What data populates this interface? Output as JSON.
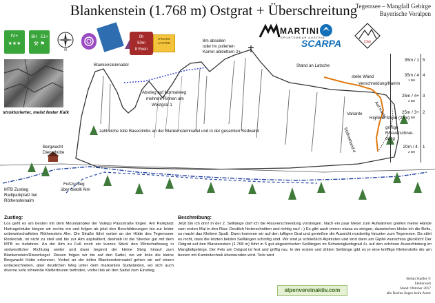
{
  "header": {
    "title": "Blankenstein (1.768 m) Ostgrat + Überschreitung",
    "region_line1": "Tegernsee – Mangfall Gebirge",
    "region_line2": "Bayerische Voralpen"
  },
  "badges": {
    "iv_plus": "IV+",
    "bh": "BH",
    "e1_plus": "E1+",
    "compass": "N",
    "info_line1": "0h",
    "info_line2": "50m",
    "info_line3": "8 Exen",
    "jahreszeit": "JFMAMJ JASOND"
  },
  "logos": {
    "martini": "MARTINI",
    "martini_sub": "SPORTSWEAR AUSTRIA",
    "scarpa": "SCARPA",
    "club": "Club"
  },
  "topo": {
    "labels": {
      "blankensteinnadel": "Blankensteinnadel",
      "abstieg1": "Abstieg auf Normalweg",
      "abstieg2": "mehrere Rinnen am",
      "abstieg3": "Westgrat 1",
      "abseilen1": "8m abseilen",
      "abseilen2": "oder im polierten",
      "abseilen3": "Kamin abklettern 2+",
      "stand_latsche": "Stand an Latsche",
      "steile_wand": "steile Wand",
      "verschneidung": "Verschneidung/Kamin",
      "variante": "Variante",
      "highline": "Highline Stand (25m)",
      "griffige1": "griffige",
      "griffige2": "Rissverschnei-",
      "griffige3": "dung",
      "suedverband": "Südverband 4",
      "auf_kante": "Auf Kante",
      "baseclimbs": "zahlreiche tolle Baseclimbs an der Blankensteinnadel und in der gesamten Südwand",
      "bergwacht1": "Bergwacht",
      "bergwacht2": "Diensthütte",
      "fusszustieg1": "Fußzustieg",
      "fusszustieg2": "über Sieblli Alm",
      "mtb1": "MTB Zustieg",
      "mtb2": "Radlparkplatz bei",
      "mtb3": "Röthensteinalm",
      "photo_caption": "strukturierter, meist fester Kalk"
    },
    "pitches": [
      {
        "length": "35m / 1",
        "grade": "",
        "num": "5"
      },
      {
        "length": "35m / 4",
        "grade": "1 BH",
        "num": "4"
      },
      {
        "length": "25m / 4+",
        "grade": "2 BH",
        "num": "3"
      },
      {
        "length": "25m / 3+",
        "grade": "1 BH",
        "num": "2"
      },
      {
        "length": "20m / 4-",
        "grade": "2 BH",
        "num": "1"
      }
    ],
    "colors": {
      "route": "#e07a10",
      "mtb": "#1f3fa0",
      "foot": "#1f3fa0",
      "descent": "#2a3fcf"
    }
  },
  "text": {
    "zustieg_head": "Zustieg:",
    "zustieg_body": "Los geht es am besten mit dem Mountainbike der Valepp Passstraße folgen. Am Parkplatz Hufnagelstube biegen wir rechts ein und folgen ab jetzt den Beschilderungen bis zur leider unbewirtschafteten Röthenstein Alm. Die Straße führt vorbei an der Hütte des Tegernseer Rodelclub, ist nicht zu steil und bis zur Alm asphaltiert, deshalb ist die Strecke gut mit dem MTB zu befahren. An der Alm zu Fuß noch ein kurzes Stück den Wirtschaftsweg in südwestlicher Richtung weiter und dann beginnt der kleine Steig hinauf zum Blankenstein/Risserkogel. Diesen folgen wir bis auf den Sattel, wo wir links die kleine Bergwacht Hütte erkennen. Vorbei an der tollen Blankensteinnadel gehen wir auf einem unbezeichneten, aber deutlichen Weg unter dem markanten Südwänden, wo sich auch diverse sehr lohnende Klettertouren befinden, vorbei bis an den Sattel zum Einstieg.",
    "beschreibung_head": "Beschreibung:",
    "beschreibung_body": "Jetzt bin ich drin! In der 2. Seillänge darf ich die Rissverschneidung vorsteigen. Nach ein paar Meter zum Aufwärmen greifen meine Hände zum ersten Mal in den Riss: Deutlich hinterschnitten und richtig rau! :-) Es gibt auch immer etwas zu steigen, dazwischen klicke ich die Bolts, so macht das Klettern Spaß. Dann kommen wir auf den luftigen Grat und genießen die Aussicht nordseitig hinunter zum Tegernsee. Da stört es nicht, dass die letzten beiden Seillängen schrofig sind. Wir sind ja schließlich Alpinisten und sind dann am Gipfel wunschlos glücklich! Der Ostgrat auf den Blankenstein (1.768 m) führt in 5 gut abgesicherten Seillängen im Schwierigkeitsgrad 4+ auf den schönen Aussichtsberg im Mangfallgebirge. Der Fels am Ostgrat ist fest und griffig rau. In der ersten und dritten Seillänge gibt es je eine knifflige Kletterstelle die am besten mit Kaminitechnik überwunden wird. Teils wird"
  },
  "footer": {
    "site": "alpenvereinaktiv.com",
    "author": "Stefan Stadler ©",
    "author_site": "kletterwelt",
    "date": "Stand: Oktober 2017",
    "rights": "alle Rechte liegen beim Autor"
  }
}
